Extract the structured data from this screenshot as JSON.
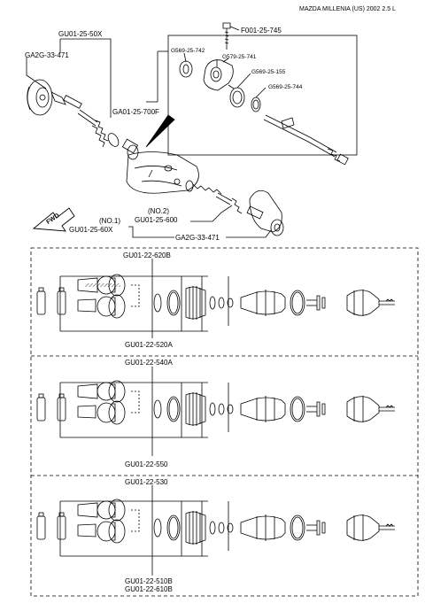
{
  "header": {
    "title": "MAZDA MILLENIA (US) 2002  2.5 L"
  },
  "upper": {
    "gu01_25_50x": "GU01-25-50X",
    "ga2g_33_471_a": "GA2G-33-471",
    "f001_25_745": "F001-25-745",
    "g569_25_742": "G569-25-742",
    "g579_25_741": "G579-25-741",
    "g569_25_155": "G569-25-155",
    "g569_25_744": "G569-25-744",
    "ga01_25_700f": "GA01-25-700F",
    "no2": "(NO.2)",
    "gu01_25_600": "GU01-25-600",
    "no1": "(NO.1)",
    "gu01_25_60x": "GU01-25-60X",
    "ga2g_33_471_b": "GA2G-33-471",
    "fwd": "FWD"
  },
  "sections": [
    {
      "top_label": "GU01-22-620B",
      "bottom_label": "GU01-22-520A",
      "bottom_label2": ""
    },
    {
      "top_label": "GU01-22-540A",
      "bottom_label": "GU01-22-550",
      "bottom_label2": ""
    },
    {
      "top_label": "GU01-22-530",
      "bottom_label": "GU01-22-510B",
      "bottom_label2": "GU01-22-610B"
    }
  ]
}
